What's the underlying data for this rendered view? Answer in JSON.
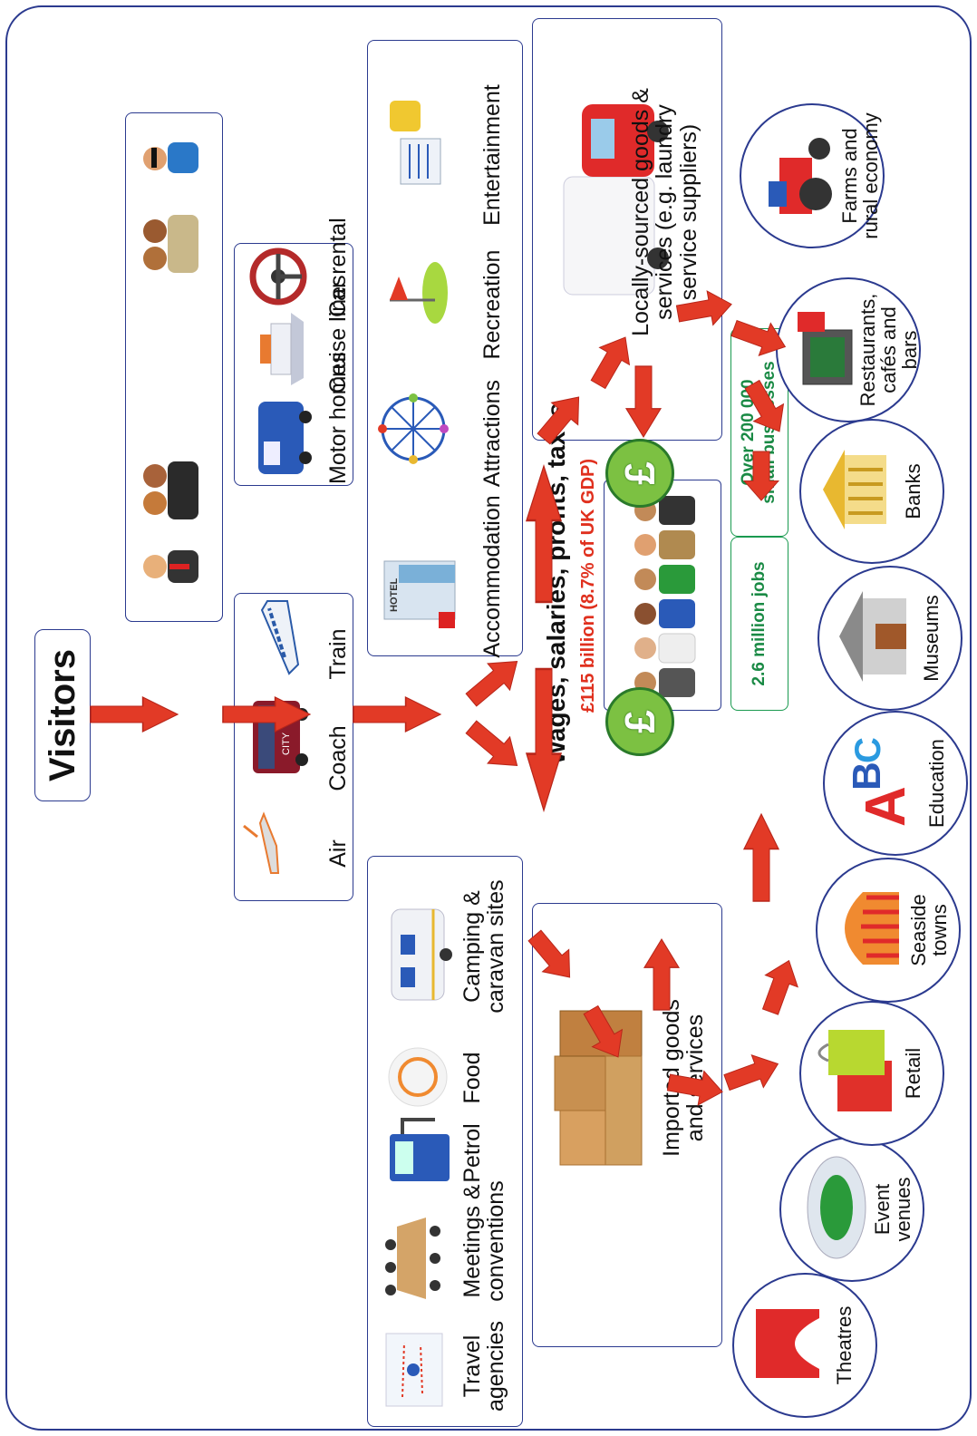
{
  "title": "Visitors",
  "transport": [
    "Air",
    "Coach",
    "Train",
    "Motor homes",
    "Cruise lines",
    "Car rental"
  ],
  "spending_left": [
    {
      "line1": "Travel",
      "line2": "agencies"
    },
    {
      "line1": "Meetings &",
      "line2": "conventions"
    },
    {
      "line1": "Petrol",
      "line2": ""
    },
    {
      "line1": "Food",
      "line2": ""
    },
    {
      "line1": "Camping &",
      "line2": "caravan sites"
    }
  ],
  "spending_right": [
    "Accommodation",
    "Attractions",
    "Recreation",
    "Entertainment"
  ],
  "center": {
    "title": "Wages, salaries, profits, taxes",
    "subtitle": "£115 billion (8.7% of UK GDP)",
    "pound_symbol": "£"
  },
  "imported": {
    "line1": "Imported goods",
    "line2": "and services"
  },
  "local": {
    "line1": "Locally-sourced goods &",
    "line2": "services (e.g. laundry",
    "line3": "service suppliers)"
  },
  "stats": {
    "jobs": "2.6 million jobs",
    "businesses_line1": "Over 200 000",
    "businesses_line2": "small businesses"
  },
  "beneficiaries": [
    {
      "line1": "Theatres",
      "line2": "",
      "line3": ""
    },
    {
      "line1": "Event",
      "line2": "venues",
      "line3": ""
    },
    {
      "line1": "Retail",
      "line2": "",
      "line3": ""
    },
    {
      "line1": "Seaside",
      "line2": "towns",
      "line3": ""
    },
    {
      "line1": "Education",
      "line2": "",
      "line3": ""
    },
    {
      "line1": "Museums",
      "line2": "",
      "line3": ""
    },
    {
      "line1": "Banks",
      "line2": "",
      "line3": ""
    },
    {
      "line1": "Restaurants,",
      "line2": "cafés and",
      "line3": "bars"
    },
    {
      "line1": "Farms and",
      "line2": "rural economy",
      "line3": ""
    }
  ],
  "abc_letters": [
    "A",
    "B",
    "C"
  ],
  "coach_sign": "CITY",
  "hotel_sign": "HOTEL",
  "colors": {
    "border": "#2b3a8f",
    "arrow": "#e23a26",
    "green": "#1a9a50",
    "red_text": "#e0301e",
    "coin": "#7cc142"
  }
}
